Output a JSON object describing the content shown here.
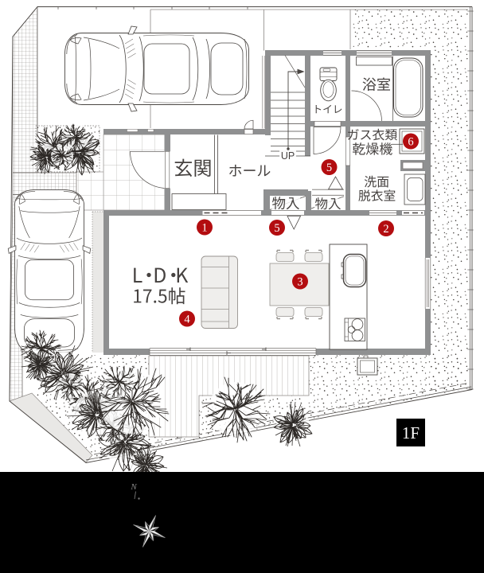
{
  "document": {
    "kind": "architectural floor plan",
    "floor_label": "1F"
  },
  "floor": {
    "label": "1F"
  },
  "compass": {
    "north_label": "N"
  },
  "plan": {
    "rooms": [
      {
        "id": "entrance",
        "label": "玄関"
      },
      {
        "id": "hall",
        "label": "ホール"
      },
      {
        "id": "stairs",
        "direction_label": "UP"
      },
      {
        "id": "toilet",
        "label": "トイレ"
      },
      {
        "id": "bathroom",
        "label": "浴室"
      },
      {
        "id": "washroom",
        "label": "洗面脱衣室",
        "label_lines": [
          "洗面",
          "脱衣室"
        ]
      },
      {
        "id": "gas-dryer",
        "label": "ガス衣類乾燥機",
        "label_lines": [
          "ガス衣類",
          "乾燥機"
        ]
      },
      {
        "id": "storage-hall-left",
        "label": "物入"
      },
      {
        "id": "storage-hall-right",
        "label": "物入"
      },
      {
        "id": "ldk",
        "label": "L・D・K",
        "area_label": "17.5帖"
      }
    ],
    "markers": [
      {
        "number": "1"
      },
      {
        "number": "2"
      },
      {
        "number": "3"
      },
      {
        "number": "4"
      },
      {
        "number": "5"
      },
      {
        "number": "5"
      },
      {
        "number": "6"
      }
    ]
  },
  "colors": {
    "marker_red": "#b30d10",
    "wall_gray": "#8f9091",
    "band_black": "#000000"
  }
}
